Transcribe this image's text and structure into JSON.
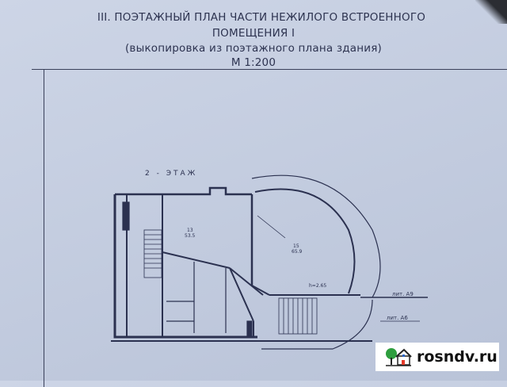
{
  "document": {
    "title_line1": "III. ПОЭТАЖНЫЙ ПЛАН ЧАСТИ НЕЖИЛОГО ВСТРОЕННОГО",
    "title_line2": "ПОМЕЩЕНИЯ I",
    "subtitle": "(выкопировка из поэтажного плана здания)",
    "scale": "М 1:200"
  },
  "plan": {
    "floor_label": "2 - ЭТАЖ",
    "room_13_number": "13",
    "room_13_area": "53.5",
    "room_15_number": "15",
    "room_15_area": "65.9",
    "ceiling_height": "h=2.65",
    "lit_a9": "лит. А9",
    "lit_a6": "лит. А6"
  },
  "watermark": {
    "text": "rosndv.ru",
    "tree_color": "#2e9e3e",
    "door_color": "#e53a2a",
    "window_color": "#2a66c8"
  }
}
